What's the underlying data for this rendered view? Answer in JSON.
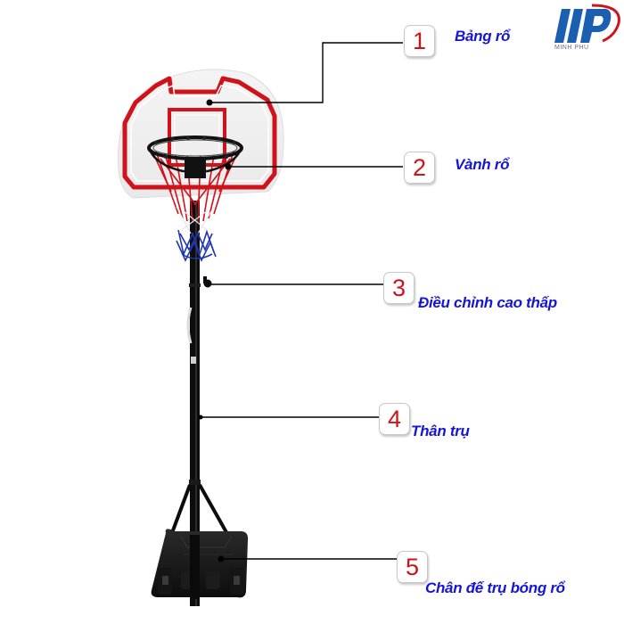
{
  "diagram": {
    "subject": "Basketball hoop stand parts",
    "colors": {
      "label_text": "#1515d6",
      "number_text": "#d0121b",
      "connector_line": "#000000",
      "backboard_trim": "#d0121b",
      "logo_blue": "#1b5fb0",
      "logo_red": "#d0121b"
    },
    "parts": [
      {
        "number": "1",
        "label": "Bảng rổ"
      },
      {
        "number": "2",
        "label": "Vành rổ"
      },
      {
        "number": "3",
        "label": "Điều chỉnh cao thấp"
      },
      {
        "number": "4",
        "label": "Thân trụ"
      },
      {
        "number": "5",
        "label": "Chân đế trụ bóng rổ"
      }
    ]
  },
  "logo": {
    "brand_text": "MINH PHU",
    "icon": "mp-logo-icon"
  }
}
